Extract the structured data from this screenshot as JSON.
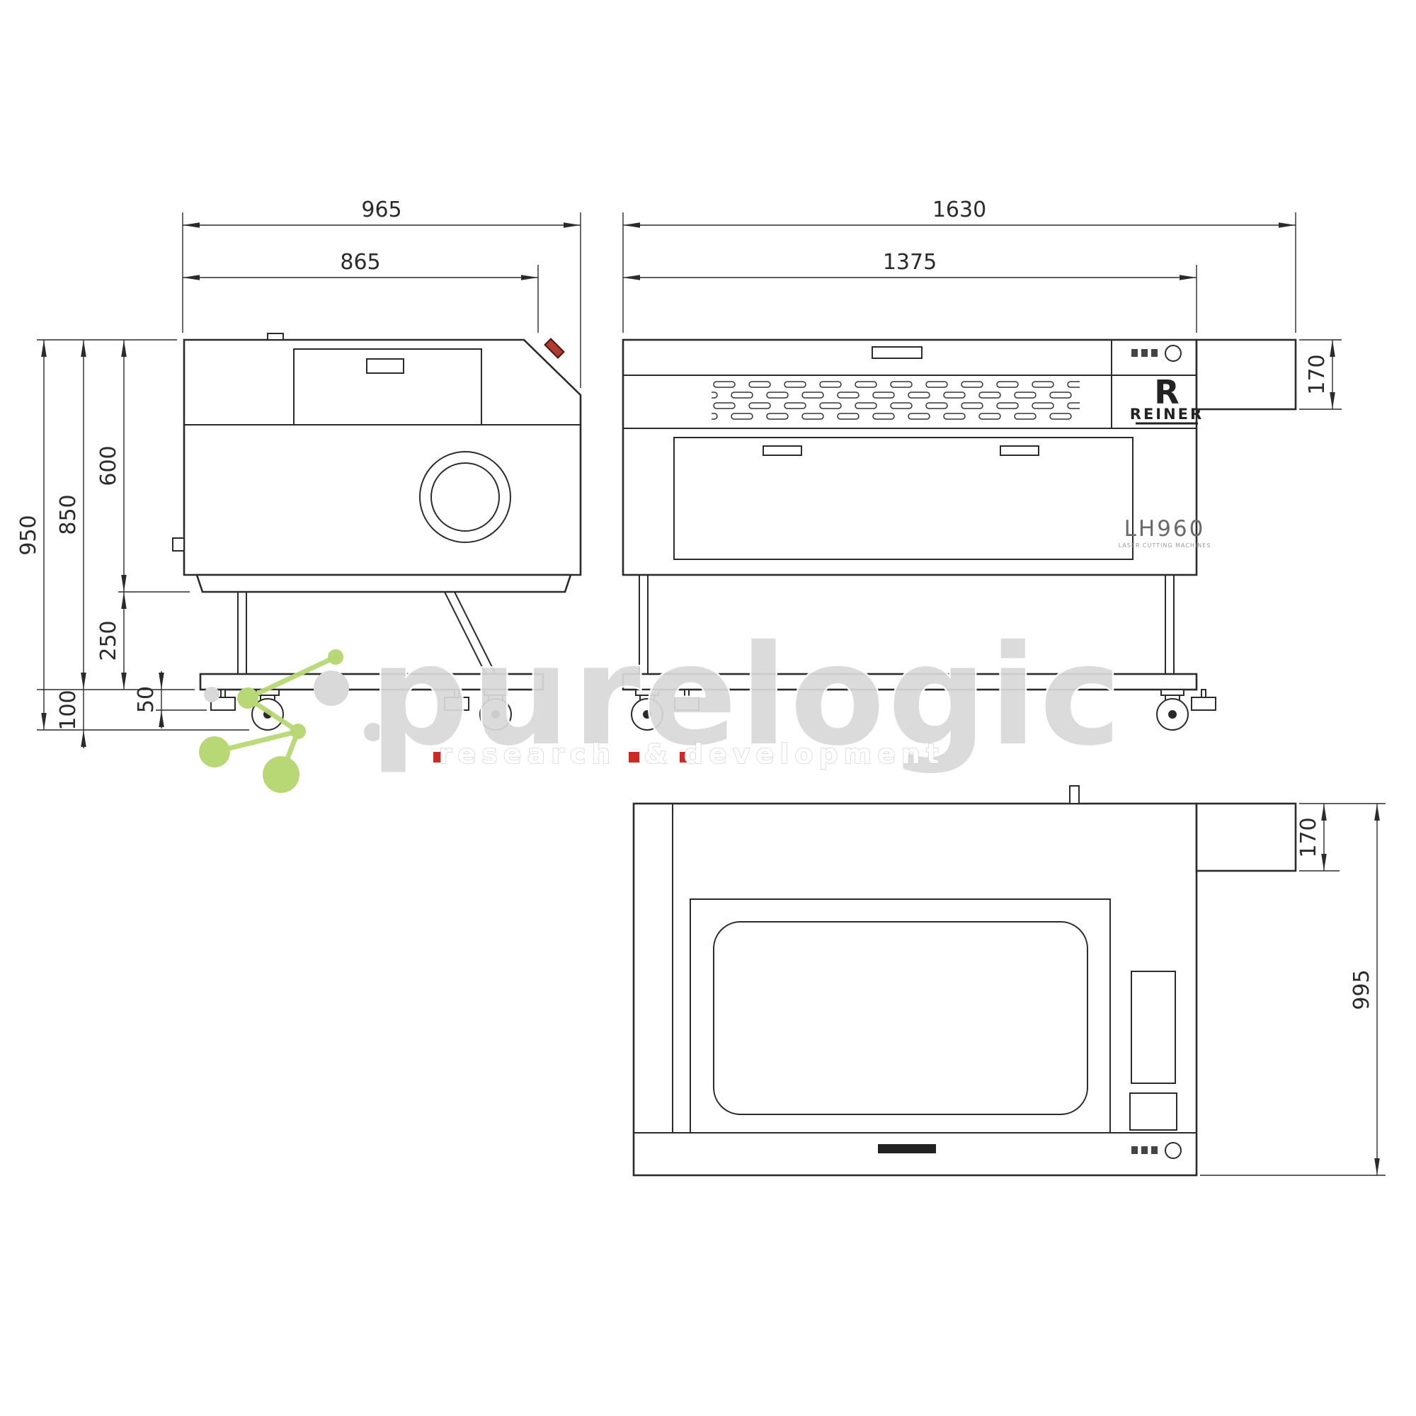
{
  "drawing": {
    "model": "LH960",
    "model_subtitle": "LASER CUTTING MACHINES",
    "brand_initial": "R",
    "brand": "REINER"
  },
  "dims": {
    "side_width_outer": "965",
    "side_width_inner": "865",
    "side_height_total": "950",
    "side_height_to_base": "850",
    "side_height_body": "600",
    "side_height_stand": "250",
    "side_height_foot": "50",
    "side_height_caster": "100",
    "front_width_outer": "1630",
    "front_width_inner": "1375",
    "front_duct_height": "170",
    "top_duct_width": "170",
    "top_depth": "995"
  },
  "watermark": {
    "name": "purelogic",
    "tagline_words": [
      "research",
      "&",
      "development"
    ],
    "accent_green": "#b7d874",
    "accent_red": "#cc2a24",
    "gray": "#d9d9d9"
  }
}
